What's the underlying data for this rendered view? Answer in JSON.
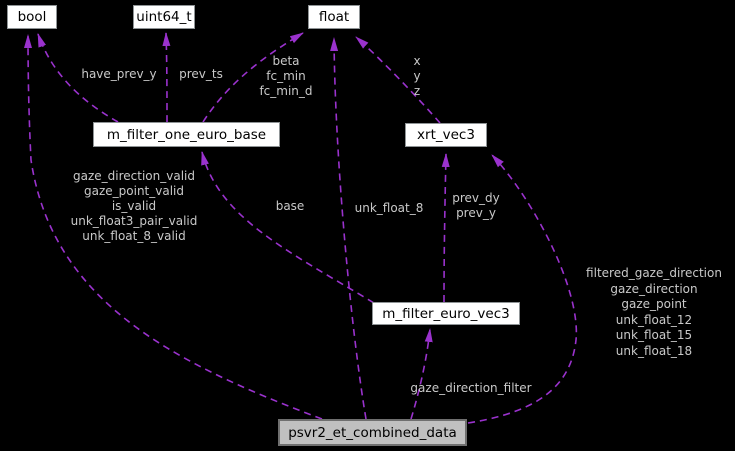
{
  "diagram": {
    "type": "collaboration-graph",
    "colors": {
      "background": "#000000",
      "edge": "#9a32cd",
      "edge_label": "#c9c9c9",
      "node_fill": "#ffffff",
      "node_border": "#8f9496",
      "node_text": "#000000",
      "current_node_fill": "#c0c0c0",
      "current_node_border": "#6f6f6f"
    },
    "nodes": [
      {
        "id": "bool",
        "label": "bool",
        "current": false
      },
      {
        "id": "uint64_t",
        "label": "uint64_t",
        "current": false
      },
      {
        "id": "float",
        "label": "float",
        "current": false
      },
      {
        "id": "m_filter_one_euro_base",
        "label": "m_filter_one_euro_base",
        "current": false
      },
      {
        "id": "xrt_vec3",
        "label": "xrt_vec3",
        "current": false
      },
      {
        "id": "m_filter_euro_vec3",
        "label": "m_filter_euro_vec3",
        "current": false
      },
      {
        "id": "psvr2_et_combined_data",
        "label": "psvr2_et_combined_data",
        "current": true
      }
    ],
    "edges": [
      {
        "from": "m_filter_one_euro_base",
        "to": "bool",
        "label_lines": [
          "have_prev_y"
        ]
      },
      {
        "from": "m_filter_one_euro_base",
        "to": "uint64_t",
        "label_lines": [
          "prev_ts"
        ]
      },
      {
        "from": "m_filter_one_euro_base",
        "to": "float",
        "label_lines": [
          "beta",
          "fc_min",
          "fc_min_d"
        ]
      },
      {
        "from": "xrt_vec3",
        "to": "float",
        "label_lines": [
          "x",
          "y",
          "z"
        ]
      },
      {
        "from": "m_filter_euro_vec3",
        "to": "m_filter_one_euro_base",
        "label_lines": [
          "base"
        ]
      },
      {
        "from": "m_filter_euro_vec3",
        "to": "xrt_vec3",
        "label_lines": [
          "prev_dy",
          "prev_y"
        ]
      },
      {
        "from": "psvr2_et_combined_data",
        "to": "bool",
        "label_lines": [
          "gaze_direction_valid",
          "gaze_point_valid",
          "is_valid",
          "unk_float3_pair_valid",
          "unk_float_8_valid"
        ]
      },
      {
        "from": "psvr2_et_combined_data",
        "to": "float",
        "label_lines": [
          "unk_float_8"
        ]
      },
      {
        "from": "psvr2_et_combined_data",
        "to": "xrt_vec3",
        "label_lines": [
          "filtered_gaze_direction",
          "gaze_direction",
          "gaze_point",
          "unk_float_12",
          "unk_float_15",
          "unk_float_18"
        ]
      },
      {
        "from": "psvr2_et_combined_data",
        "to": "m_filter_euro_vec3",
        "label_lines": [
          "gaze_direction_filter"
        ]
      }
    ]
  }
}
